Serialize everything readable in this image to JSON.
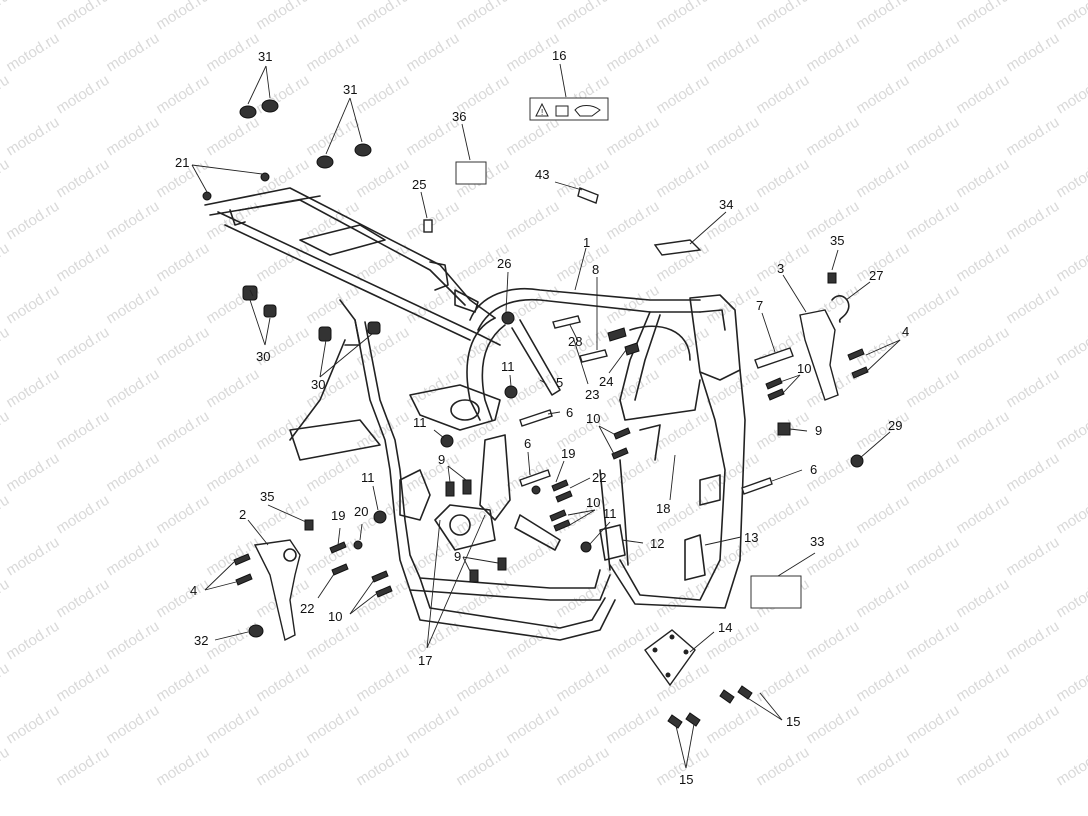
{
  "watermark": "motod.ru",
  "callouts": [
    {
      "id": "c1",
      "text": "1"
    },
    {
      "id": "c2",
      "text": "2"
    },
    {
      "id": "c3",
      "text": "3"
    },
    {
      "id": "c4a",
      "text": "4"
    },
    {
      "id": "c4b",
      "text": "4"
    },
    {
      "id": "c5",
      "text": "5"
    },
    {
      "id": "c6a",
      "text": "6"
    },
    {
      "id": "c6b",
      "text": "6"
    },
    {
      "id": "c6c",
      "text": "6"
    },
    {
      "id": "c7",
      "text": "7"
    },
    {
      "id": "c8",
      "text": "8"
    },
    {
      "id": "c9a",
      "text": "9"
    },
    {
      "id": "c9b",
      "text": "9"
    },
    {
      "id": "c9c",
      "text": "9"
    },
    {
      "id": "c10a",
      "text": "10"
    },
    {
      "id": "c10b",
      "text": "10"
    },
    {
      "id": "c10c",
      "text": "10"
    },
    {
      "id": "c10d",
      "text": "10"
    },
    {
      "id": "c11a",
      "text": "11"
    },
    {
      "id": "c11b",
      "text": "11"
    },
    {
      "id": "c11c",
      "text": "11"
    },
    {
      "id": "c11d",
      "text": "11"
    },
    {
      "id": "c12",
      "text": "12"
    },
    {
      "id": "c13",
      "text": "13"
    },
    {
      "id": "c14",
      "text": "14"
    },
    {
      "id": "c15a",
      "text": "15"
    },
    {
      "id": "c15b",
      "text": "15"
    },
    {
      "id": "c16",
      "text": "16"
    },
    {
      "id": "c17",
      "text": "17"
    },
    {
      "id": "c18",
      "text": "18"
    },
    {
      "id": "c19a",
      "text": "19"
    },
    {
      "id": "c19b",
      "text": "19"
    },
    {
      "id": "c20",
      "text": "20"
    },
    {
      "id": "c21",
      "text": "21"
    },
    {
      "id": "c22a",
      "text": "22"
    },
    {
      "id": "c22b",
      "text": "22"
    },
    {
      "id": "c23",
      "text": "23"
    },
    {
      "id": "c24",
      "text": "24"
    },
    {
      "id": "c25",
      "text": "25"
    },
    {
      "id": "c26",
      "text": "26"
    },
    {
      "id": "c27",
      "text": "27"
    },
    {
      "id": "c28",
      "text": "28"
    },
    {
      "id": "c29",
      "text": "29"
    },
    {
      "id": "c30a",
      "text": "30"
    },
    {
      "id": "c30b",
      "text": "30"
    },
    {
      "id": "c31a",
      "text": "31"
    },
    {
      "id": "c31b",
      "text": "31"
    },
    {
      "id": "c32",
      "text": "32"
    },
    {
      "id": "c33",
      "text": "33"
    },
    {
      "id": "c34",
      "text": "34"
    },
    {
      "id": "c35a",
      "text": "35"
    },
    {
      "id": "c35b",
      "text": "35"
    },
    {
      "id": "c36",
      "text": "36"
    },
    {
      "id": "c43",
      "text": "43"
    }
  ],
  "colors": {
    "line": "#222222",
    "watermark": "#d9d9d9",
    "background": "#ffffff"
  }
}
